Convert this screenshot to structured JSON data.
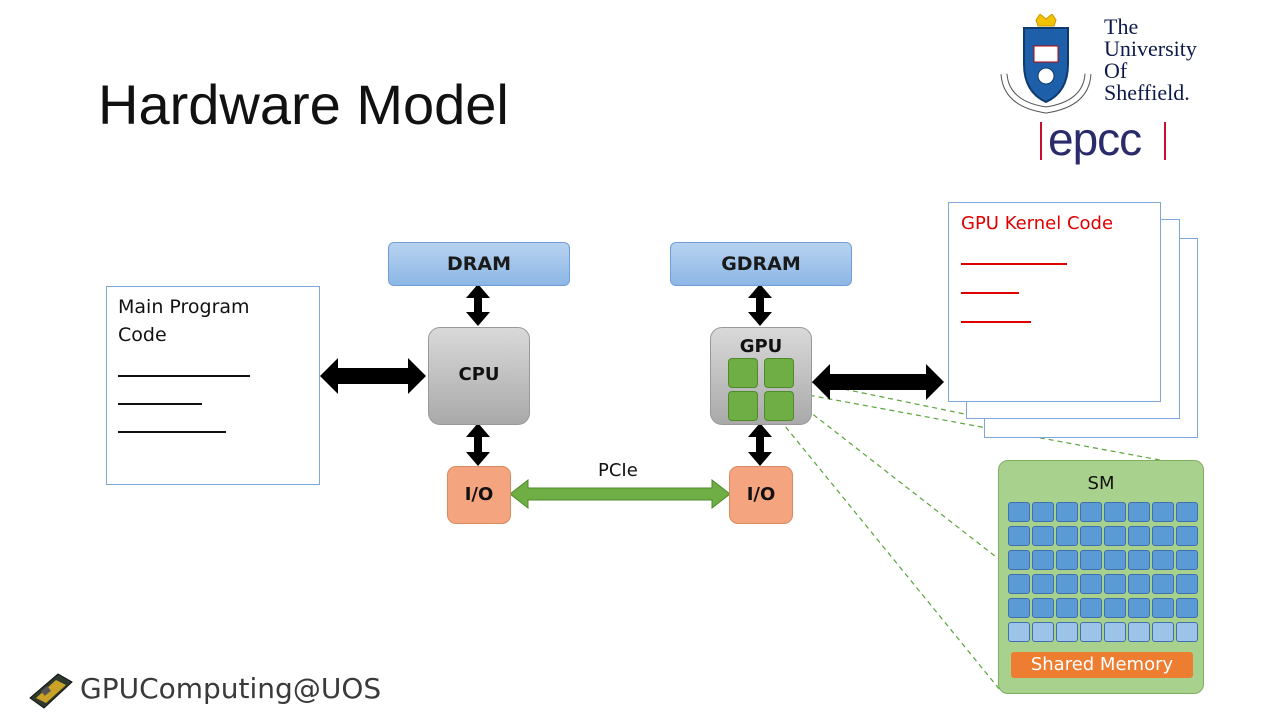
{
  "slide": {
    "title": "Hardware Model"
  },
  "logos": {
    "university": "The University Of Sheffield.",
    "university_lines": [
      "The",
      "University",
      "Of",
      "Sheffield."
    ],
    "epcc": "epcc",
    "footer": "GPUComputing@UOS"
  },
  "diagram": {
    "dram": "DRAM",
    "gdram": "GDRAM",
    "cpu": "CPU",
    "gpu": "GPU",
    "io_left": "I/O",
    "io_right": "I/O",
    "pcie": "PCIe",
    "main_code": {
      "line1": "Main Program",
      "line2": "Code"
    },
    "kernel_code": {
      "title": "GPU Kernel Code"
    },
    "sm": {
      "label": "SM",
      "shared_memory": "Shared Memory",
      "rows": 6,
      "cols": 8
    }
  },
  "colors": {
    "memory_blue": "#8db7e6",
    "io_orange": "#f4a47e",
    "pcie_green": "#6fae45",
    "sm_green": "#a9d18e",
    "kernel_red": "#e00000",
    "shared_memory_orange": "#ed7d31"
  }
}
